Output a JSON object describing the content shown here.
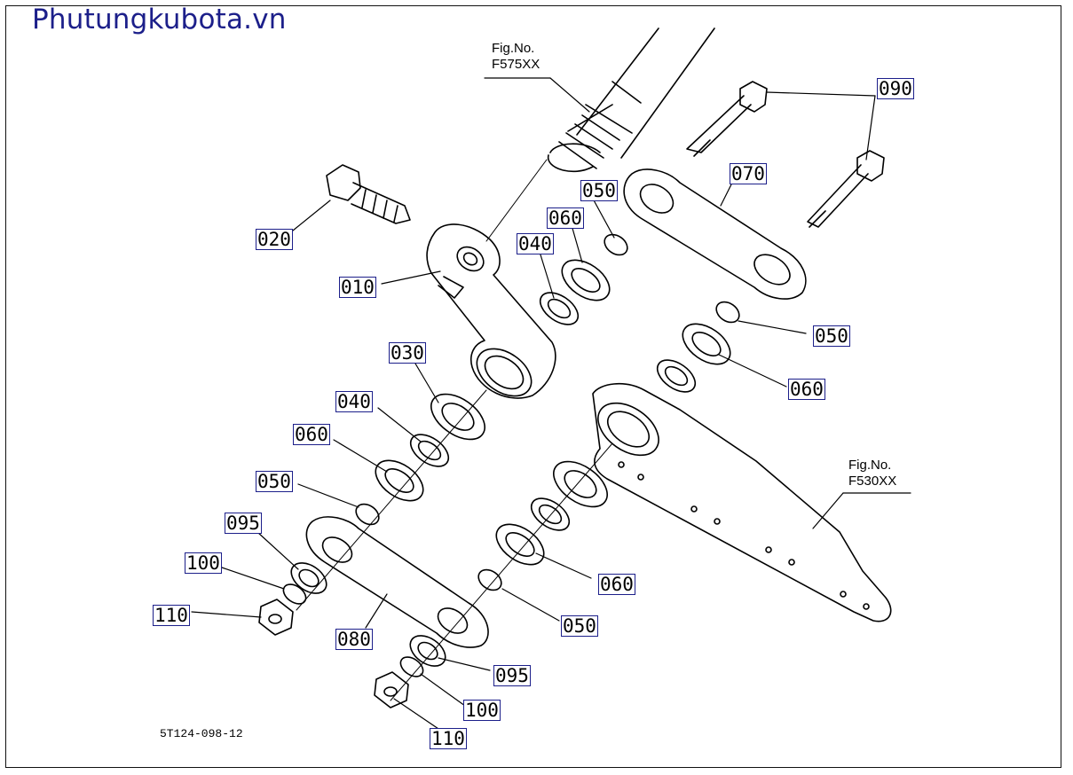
{
  "site_title": "Phutungkubota.vn",
  "drawing_number": "5T124-098-12",
  "fig_refs": [
    {
      "line1": "Fig.No.",
      "line2": "F575XX"
    },
    {
      "line1": "Fig.No.",
      "line2": "F530XX"
    }
  ],
  "callouts": [
    "090",
    "070",
    "050",
    "060",
    "040",
    "020",
    "010",
    "050",
    "060",
    "030",
    "040",
    "060",
    "050",
    "095",
    "100",
    "110",
    "080",
    "060",
    "050",
    "095",
    "100",
    "110"
  ],
  "colors": {
    "title": "#1c1f8a",
    "callout_border": "#1c1f8a",
    "line": "#000000"
  }
}
